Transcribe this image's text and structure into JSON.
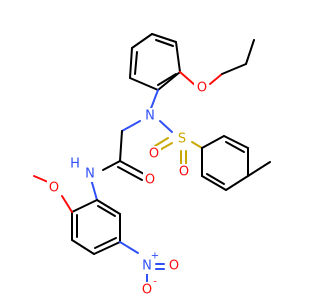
{
  "molecule": {
    "atoms": [
      {
        "id": "o_ethoxy",
        "label": "O",
        "color": "#ff0d0d"
      },
      {
        "id": "n_sulfonamide",
        "label": "N",
        "color": "#3050f8"
      },
      {
        "id": "s_sulfonyl",
        "label": "S",
        "color": "#c8a800"
      },
      {
        "id": "o_sulfonyl_left",
        "label": "O",
        "color": "#ff0d0d"
      },
      {
        "id": "o_sulfonyl_bottom",
        "label": "O",
        "color": "#ff0d0d"
      },
      {
        "id": "o_carbonyl",
        "label": "O",
        "color": "#ff0d0d"
      },
      {
        "id": "nh_amide",
        "label": "H",
        "color": "#3050f8"
      },
      {
        "id": "n_amide",
        "label": "N",
        "color": "#3050f8"
      },
      {
        "id": "o_methoxy",
        "label": "O",
        "color": "#ff0d0d"
      },
      {
        "id": "n_nitro",
        "label": "N",
        "color": "#3050f8"
      },
      {
        "id": "n_nitro_charge",
        "label": "+",
        "color": "#3050f8"
      },
      {
        "id": "o_nitro_right",
        "label": "O",
        "color": "#ff0d0d"
      },
      {
        "id": "o_nitro_bottom",
        "label": "O",
        "color": "#ff0d0d"
      },
      {
        "id": "o_nitro_charge",
        "label": "-",
        "color": "#ff0d0d"
      }
    ]
  }
}
